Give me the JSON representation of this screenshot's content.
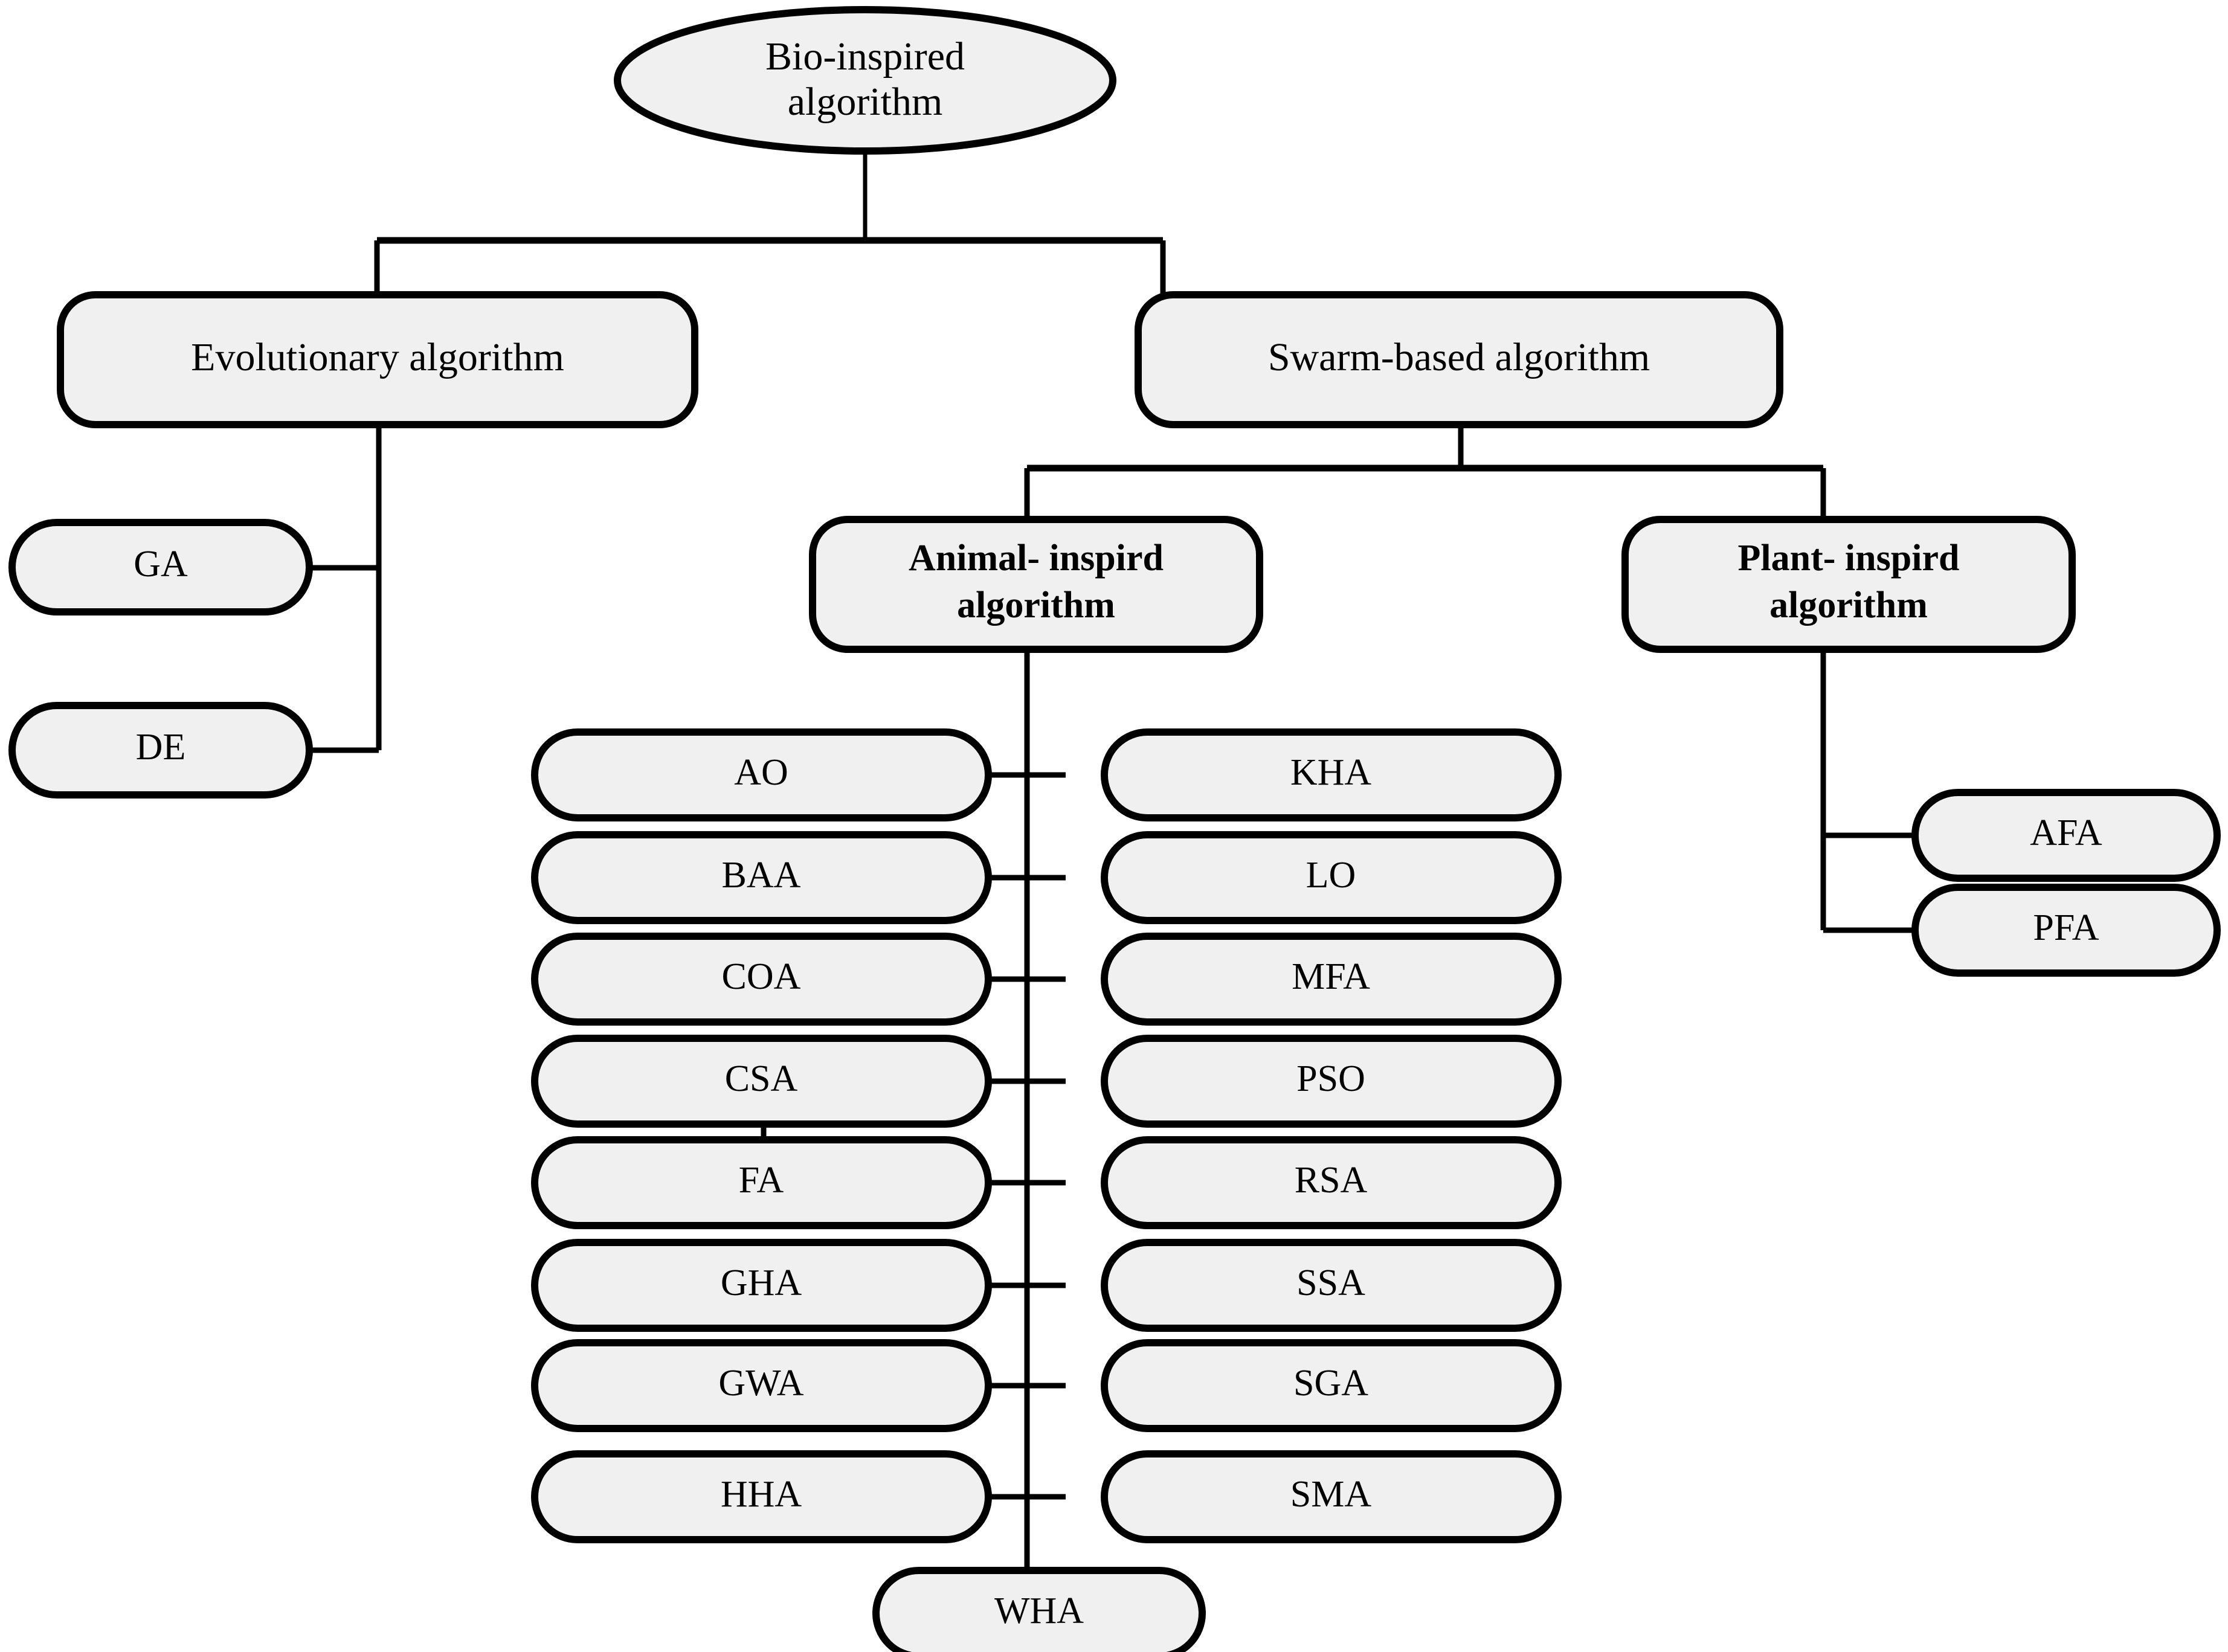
{
  "diagram": {
    "title_node": {
      "label_line1": "Bio-inspired",
      "label_line2": "algorithm"
    },
    "colors": {
      "node_fill": "#f0f0f0",
      "node_stroke": "#000000",
      "connector": "#000000",
      "background": "#ffffff"
    },
    "level2": [
      {
        "id": "evolutionary",
        "label": "Evolutionary algorithm"
      },
      {
        "id": "swarm",
        "label": "Swarm-based algorithm"
      }
    ],
    "level3": [
      {
        "id": "animal",
        "label_line1": "Animal- inspird",
        "label_line2": "algorithm",
        "bold": true
      },
      {
        "id": "plant",
        "label_line1": "Plant- inspird",
        "label_line2": "algorithm",
        "bold": true
      }
    ],
    "evolutionary_children": [
      {
        "id": "ga",
        "label": "GA"
      },
      {
        "id": "de",
        "label": "DE"
      }
    ],
    "animal_children_left": [
      {
        "id": "ao",
        "label": "AO"
      },
      {
        "id": "baa",
        "label": "BAA"
      },
      {
        "id": "coa",
        "label": "COA"
      },
      {
        "id": "csa",
        "label": "CSA"
      },
      {
        "id": "fa",
        "label": "FA"
      },
      {
        "id": "gha",
        "label": "GHA"
      },
      {
        "id": "gwa",
        "label": "GWA"
      },
      {
        "id": "hha",
        "label": "HHA"
      }
    ],
    "animal_children_right": [
      {
        "id": "kha",
        "label": "KHA"
      },
      {
        "id": "lo",
        "label": "LO"
      },
      {
        "id": "mfa",
        "label": "MFA"
      },
      {
        "id": "pso",
        "label": "PSO"
      },
      {
        "id": "rsa",
        "label": "RSA"
      },
      {
        "id": "ssa",
        "label": "SSA"
      },
      {
        "id": "sga",
        "label": "SGA"
      },
      {
        "id": "sma",
        "label": "SMA"
      }
    ],
    "animal_child_bottom": {
      "id": "wha",
      "label": "WHA"
    },
    "plant_children": [
      {
        "id": "afa",
        "label": "AFA"
      },
      {
        "id": "pfa",
        "label": "PFA"
      }
    ]
  }
}
